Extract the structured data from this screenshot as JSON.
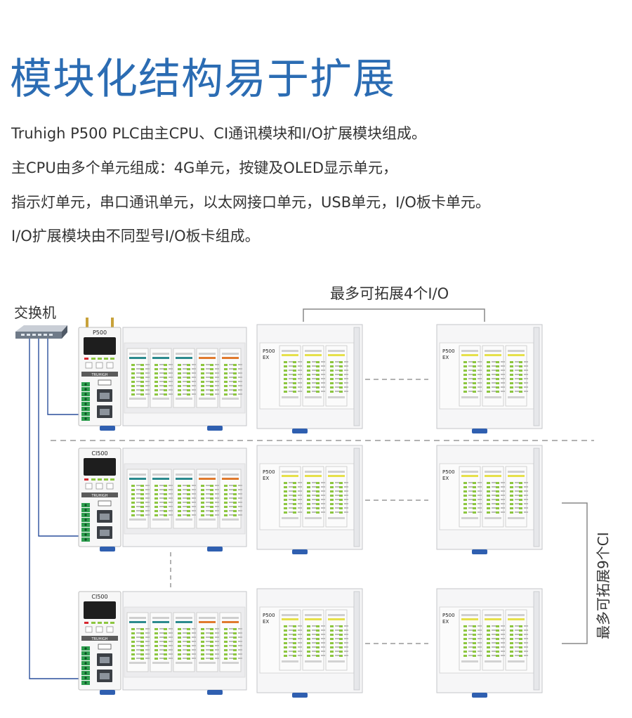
{
  "header": {
    "title": "模块化结构易于扩展",
    "paragraphs": [
      "Truhigh P500 PLC由主CPU、CI通讯模块和I/O扩展模块组成。",
      "主CPU由多个单元组成：4G单元，按键及OLED显示单元，",
      "指示灯单元，串口通讯单元，以太网接口单元，USB单元，I/O板卡单元。",
      "I/O扩展模块由不同型号I/O板卡组成。"
    ]
  },
  "diagram": {
    "switch_label": "交换机",
    "expand_io_label": "最多可拓展4个I/O",
    "expand_ci_label": "最多可拓展9个CI",
    "rows": [
      {
        "cpu_label": "P500",
        "brand": "TRUHIGH",
        "ex_label_1": "P500",
        "ex_label_2": "EX"
      },
      {
        "cpu_label": "CI500",
        "brand": "TRUHIGH",
        "ex_label_1": "P500",
        "ex_label_2": "EX"
      },
      {
        "cpu_label": "CI500",
        "brand": "TRUHIGH",
        "ex_label_1": "P500",
        "ex_label_2": "EX"
      }
    ],
    "colors": {
      "title_blue": "#2b6cb3",
      "cable_blue": "#2a4f9c",
      "teal_stripe": "#2c8a8e",
      "orange_stripe": "#e07a2e",
      "yellow_stripe": "#e6e04a",
      "led_green": "#8cc63f",
      "terminal_green": "#2e9e4f",
      "foot_blue": "#2f5fb0"
    }
  }
}
